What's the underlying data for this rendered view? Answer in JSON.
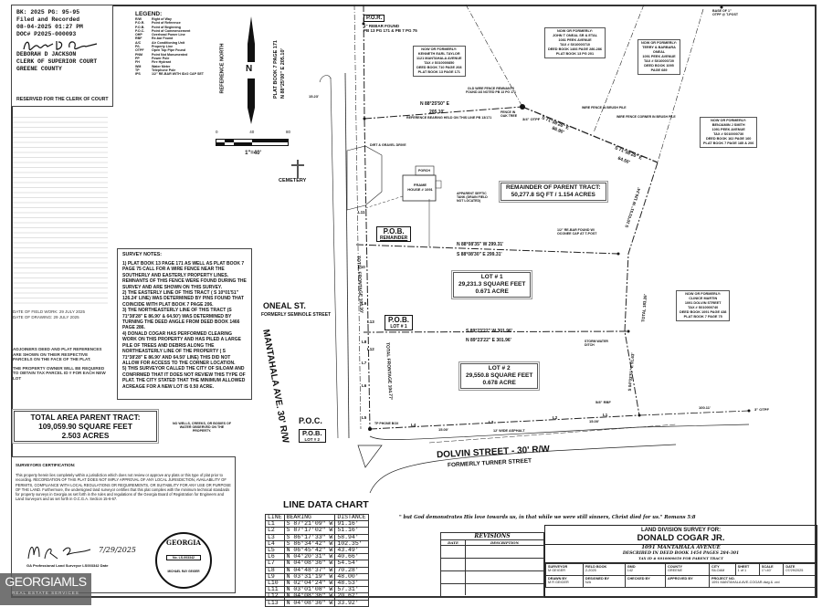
{
  "recording": {
    "book_page": "BK: 2025 PG: 95-95",
    "filed": "Filed and Recorded",
    "datetime": "08-04-2025 01:27 PM",
    "doc": "DOC# P2025-000093",
    "clerk_name": "DEBORAH D JACKSON",
    "clerk_title": "CLERK OF SUPERIOR COURT",
    "county": "GREENE COUNTY",
    "reserved": "RESERVED FOR THE CLERK OF COURT"
  },
  "legend": {
    "title": "LEGEND:",
    "items": [
      {
        "abbr": "R/W",
        "desc": "Right of Way"
      },
      {
        "abbr": "P.O.R.",
        "desc": "Point of Reference"
      },
      {
        "abbr": "P.O.B.",
        "desc": "Point of Beginning"
      },
      {
        "abbr": "P.O.C.",
        "desc": "Point of Commencement"
      },
      {
        "abbr": "OHP",
        "desc": "Overhead Power Line"
      },
      {
        "abbr": "RBF",
        "desc": "Re-bar Found"
      },
      {
        "abbr": "A/C",
        "desc": "Air Conditioning Unit"
      },
      {
        "abbr": "P/L",
        "desc": "Property Line"
      },
      {
        "abbr": "OTPF",
        "desc": "Open Top Pipe Found"
      },
      {
        "abbr": "PNM",
        "desc": "Point Not Monumented"
      },
      {
        "abbr": "PP",
        "desc": "Power Pole"
      },
      {
        "abbr": "FH",
        "desc": "Fire Hydrant"
      },
      {
        "abbr": "WM",
        "desc": "Water Meter"
      },
      {
        "abbr": "TP",
        "desc": "Telephone Pole"
      },
      {
        "abbr": "IPS",
        "desc": "1/2\" RE-BAR WITH ID#2 CAP SET"
      }
    ]
  },
  "left_notes": {
    "survey_info": "DATE OF FIELD WORK: 29 JULY 2025",
    "drawing_date": "DATE OF DRAWING: 29 JULY 2025",
    "adjoiners": "ADJOINERS DEED AND PLAT REFERENCES ARE SHOWN ON THEIR RESPECTIVE PARCELS ON THE FACE OF THE PLAT.",
    "tax_parcel": "THE PROPERTY OWNER WILL BE REQUIRED TO OBTAIN TAX PARCEL ID # FOR EACH NEW LOT"
  },
  "north_arrow": {
    "label": "REFERENCE NORTH",
    "letter": "N",
    "ref": "PLAT BOOK 7 PAGE 171",
    "ref_bearing": "N 88°25'00\" E  205.10'"
  },
  "scale_bar": {
    "ticks": [
      "0",
      "40",
      "80"
    ],
    "label": "1\"=40'"
  },
  "cemetery": "CEMETERY",
  "survey_notes": {
    "title": "SURVEY NOTES:",
    "notes": [
      "1) PLAT BOOK 13 PAGE 171 AS WELL AS PLAT BOOK 7 PAGE 75 CALL FOR A WIRE FENCE NEAR THE SOUTHERLY AND EASTERLY PROPERTY LINES. REMNANTS OF THIS FENCE WERE FOUND DURING THE SURVEY AND ARE SHOWN ON THIS SURVEY.",
      "2) THE EASTERLY LINE OF THIS TRACT ( S 10°01'51\" 126.24' LINE) WAS DETERMINED BY PINS FOUND THAT COINCIDE WITH PLAT BOOK 7 PAGE 206.",
      "3) THE NORTHEASTERLY LINE OF THIS TRACT (S 71°38'28\" E 86.90' & 64.50') WAS DETERMINED BY TURNING THE DEED ANGLE FROM DEED BOOK 1466 PAGE 286.",
      "4) DONALD COGAR HAS PERFORMED CLEARING WORK ON THIS PROPERTY AND HAS PILED A LARGE PILE OF TREES AND DEBRIS ALONG THE NORTHEASTERLY LINE OF THE PROPERTY ( S 71°38'28\" E 86.90' AND 64.50' LINE) THIS DID NOT ALLOW FOR ACCESS TO THE CORNER LOCATION.",
      "5) THIS SURVEYOR CALLED THE CITY OF SILOAM AND CONFIRMED THAT IT DOES NOT REVIEW THIS TYPE OF PLAT. THE CITY STATED THAT THE MINIMUM ALLOWED ACREAGE FOR A NEW LOT IS 0.50 ACRE."
    ]
  },
  "total_area": {
    "title": "TOTAL AREA PARENT TRACT:",
    "sqft": "109,059.90 SQUARE FEET",
    "acres": "2.503 ACRES"
  },
  "water_note": "NO WELLS, CREEKS, OR BODIES OF WATER OBSERVED ON THE PROPERTY.",
  "certification": {
    "title": "SURVEYORS CERTIFICATION:",
    "text": "This property herein lies completely within a jurisdiction which does not review or approve any plats or this type of plat prior to recording. RECORDATION OF THIS PLAT DOES NOT IMPLY APPROVAL OF ANY LOCAL JURISDICTION, AVAILABILITY OF PERMITS, COMPLIANCE WITH LOCAL REGULATIONS OR REQUIREMENTS, OR SUITABILITY FOR ANY USE OR PURPOSE OF THE LAND. Furthermore, the undersigned land surveyor certifies that this plat complies with the minimum technical standards for property surveys in Georgia as set forth in the rules and regulations of the Georgia Board of Registration for Engineers and Land Surveyors and as set forth in O.C.G.A. Section 15-6-67.",
    "sign_date": "7/29/2025",
    "signature_line": "GA Professional Land Surveyor LS003342   Date",
    "seal": {
      "state": "GEORGIA",
      "reg": "No. LS-003342",
      "name": "MICHAEL RAY GEIGER"
    }
  },
  "watermark": {
    "brand": "GEORGIAMLS",
    "sub": "REAL ESTATE SERVICES"
  },
  "plat": {
    "por": "P.O.R.",
    "por_note": "1\" REBAR FOUND",
    "por_ref": "PB 13 PG 171 & PB 7 PG 75",
    "north_bearing": "N 88°25'50\" E",
    "north_dist": "205.10'",
    "north_ref": "REFERENCE BEARING HELD ON THIS LINE PB 13/171",
    "old_fence": "OLD WIRE FENCE REMNANTS FOUND AS NOTED PB 13 PG 171",
    "fence_oak": "FENCE IN OAK TREE",
    "otpf": "3/4\" OTPF",
    "ne_bearing": "S 71°38'28\" E",
    "ne_dist": "86.90'",
    "ne_bearing2": "S 71°38'28\" E",
    "ne_dist2": "64.50'",
    "wire_fence": "WIRE FENCE IN BRUSH PILE",
    "wire_fence2": "WIRE FENCE CORNER IN BRUSH PILE",
    "base_otpf": "BASE OF 1\" OTPF @ T-POST",
    "drive": "DIRT & GRAVEL DRIVE",
    "porch": "PORCH",
    "house": "FRAME HOUSE # 1091",
    "septic": "APPARENT SEPTIC TANK (DRAIN FIELD NOT LOCATED)",
    "remainder": {
      "title": "REMAINDER OF PARENT TRACT:",
      "area": "50,277.8 SQ FT / 1.154 ACRES"
    },
    "pob_remainder": {
      "title": "P.O.B.",
      "sub": "REMAINDER"
    },
    "lot1_line_top": "N 88°08'35\" W  299.31'",
    "lot1_line_bot": "S 88°08'30\" E  299.31'",
    "rebar_tpost": "1/2\" RE-BAR FOUND W/ OCONEE CAP AT T-POST",
    "east_bearing": "S 10°01'51\" W 126.24'",
    "lot1": {
      "title": "LOT # 1",
      "sqft": "29,231.3 SQUARE FEET",
      "acres": "0.671 ACRE"
    },
    "pob_lot1": {
      "title": "P.O.B.",
      "sub": "LOT # 1"
    },
    "lot2_line_top": "S 89°23'22\" W  301.96'",
    "lot2_line_bot": "N 89°23'22\" E  301.96'",
    "storm": "STORM WATER DITCH",
    "east2": "S 04°03'51\" E 91.63'",
    "east_total": "TOTAL 183.26'",
    "lot2": {
      "title": "LOT # 2",
      "sqft": "29,550.8 SQUARE FEET",
      "acres": "0.678 ACRE"
    },
    "rbf": "5/8\" RBF",
    "otpf_east": "3\" OTPF",
    "east_dist": "100.11'",
    "frontage1": "TOTAL FRONTAGE 104.30'",
    "frontage2": "TOTAL FRONTAGE 104.77'",
    "phone_box": "TP PHONE BOX",
    "lines": [
      "L1",
      "L2",
      "L3",
      "L4",
      "L5",
      "L6",
      "L7",
      "L8",
      "L9",
      "L10",
      "L11",
      "L12",
      "L13"
    ],
    "offset": "15.00'",
    "offset_top": "15.23'",
    "asphalt": "12' WIDE ASPHALT",
    "poc": "P.O.C.",
    "pob_lot2": {
      "title": "P.O.B.",
      "sub": "LOT # 2"
    },
    "oneal": "ONEAL ST.",
    "oneal_former": "FORMERLY SEMINOLE STREET",
    "mantahala": "MANTAHALA AVE. 30' R/W",
    "dolvin": "DOLVIN STREET - 30' R/W",
    "dolvin_former": "FORMERLY TURNER STREET",
    "adjoiners": [
      [
        "NOW OR FORMERLY:",
        "KENNETH EARL TAYLOR",
        "1121 MANTAHALA AVENUE",
        "TAX # S010000850",
        "DEED BOOK 710 PAGE 208",
        "PLAT BOOK 13 PAGE 171"
      ],
      [
        "NOW OR FORMERLY:",
        "JOHN T ONEAL SR & ETAL",
        "1081 PEEK AVENUE",
        "TAX # S010000710",
        "DEED BOOK 1466 PAGE 280-286",
        "PLAT BOOK 13 PG 201"
      ],
      [
        "NOW OR FORMERLY:",
        "TERRY & BARBARA",
        "ONEAL",
        "1091 PEEK AVENUE",
        "TAX # S010000720",
        "DEED BOOK 1095",
        "PAGE 689"
      ],
      [
        "NOW OR FORMERLY:",
        "BENJAMIN J SMITH",
        "1091 PEEK AVENUE",
        "TAX # S010000730",
        "DEED BOOK 162 PAGE 160",
        "PLAT BOOK 7 PAGE 185 & 206"
      ],
      [
        "NOW OR FORMERLY:",
        "CLINICE MARTIN",
        "1091 DOLVIN STREET",
        "TAX # S010000740",
        "DEED BOOK 1091 PAGE 438",
        "PLAT BOOK 7 PAGE 75"
      ]
    ]
  },
  "line_data": {
    "title": "LINE DATA CHART",
    "headers": [
      "LINE",
      "BEARING",
      "DISTANCE"
    ],
    "rows": [
      [
        "L1",
        "S 87°21'09\" W",
        "91.16'"
      ],
      [
        "L2",
        "S 87°17'02\" W",
        "51.16'"
      ],
      [
        "L3",
        "S 86°17'33\" W",
        "58.94'"
      ],
      [
        "L4",
        "S 86°34'42\" W",
        "102.35'"
      ],
      [
        "L5",
        "N 06°45'42\" W",
        "43.49'"
      ],
      [
        "L6",
        "N 04°20'31\" W",
        "40.66'"
      ],
      [
        "L7",
        "N 04°08'36\" W",
        "54.54'"
      ],
      [
        "L8",
        "N 04°48'37\" W",
        "70.28'"
      ],
      [
        "L9",
        "N 03°31'19\" W",
        "48.00'"
      ],
      [
        "L10",
        "N 02°04'24\" W",
        "48.53'"
      ],
      [
        "L11",
        "N 03°01'08\" W",
        "57.31'"
      ],
      [
        "L12",
        "N 04°08'36\" W",
        "20.62'"
      ],
      [
        "L13",
        "N 04°08'36\" W",
        "33.92'"
      ]
    ]
  },
  "quote": "\" but God demonstrates His love towards us, in that while we were still sinners, Christ died for us.\"   Romans 5:8",
  "revisions": {
    "title": "REVISIONS",
    "date": "DATE",
    "description": "DESCRIPTION"
  },
  "title_block": {
    "for": "LAND DIVISION SURVEY FOR:",
    "client": "DONALD COGAR JR.",
    "address": "1091 MANTAHALA AVENUE",
    "deed": "DESCRIBED IN DEED BOOK 1454 PAGES 284-301",
    "tax": "TAX ID # S010000650 FOR PARENT TRACT",
    "fields": [
      {
        "label": "SURVEYOR",
        "value": "M GEIGER"
      },
      {
        "label": "FIELD BOOK",
        "value": "2-2025"
      },
      {
        "label": "GMD",
        "value": "142"
      },
      {
        "label": "COUNTY",
        "value": "GREENE"
      },
      {
        "label": "CITY",
        "value": "SILOAM"
      },
      {
        "label": "SHEET",
        "value": "1 of 1"
      },
      {
        "label": "SCALE",
        "value": "1\"=40'"
      },
      {
        "label": "DATE",
        "value": "07/29/2025"
      }
    ],
    "fields2": [
      {
        "label": "DRAWN BY",
        "value": "M R GEIGER"
      },
      {
        "label": "DESIGNED BY",
        "value": "N/A"
      },
      {
        "label": "CHECKED BY",
        "value": ""
      },
      {
        "label": "APPROVED BY",
        "value": ""
      },
      {
        "label": "PROJECT NO.",
        "value": "1091 MANTAHALA AVE-COGAR.dwg & .crd"
      }
    ]
  }
}
